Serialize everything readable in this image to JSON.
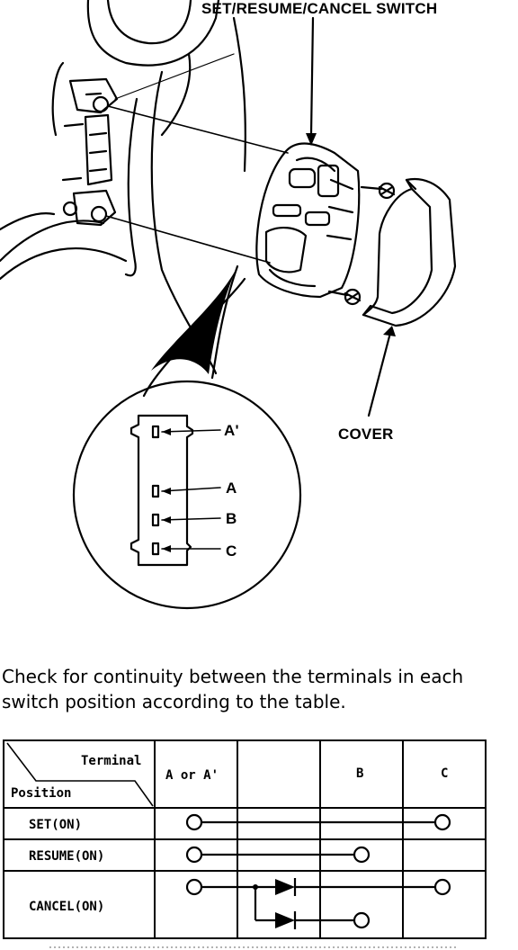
{
  "illustration": {
    "switch_label": "SET/RESUME/CANCEL SWITCH",
    "cover_label": "COVER",
    "terminals": [
      "A'",
      "A",
      "B",
      "C"
    ]
  },
  "instruction": {
    "line1": "Check for continuity between the terminals in each",
    "line2": "switch position according to the table."
  },
  "table": {
    "header_terminal": "Terminal",
    "header_position": "Position",
    "columns": [
      "A or A'",
      "",
      "B",
      "C"
    ],
    "rows": [
      "SET(ON)",
      "RESUME(ON)",
      "CANCEL(ON)"
    ]
  }
}
